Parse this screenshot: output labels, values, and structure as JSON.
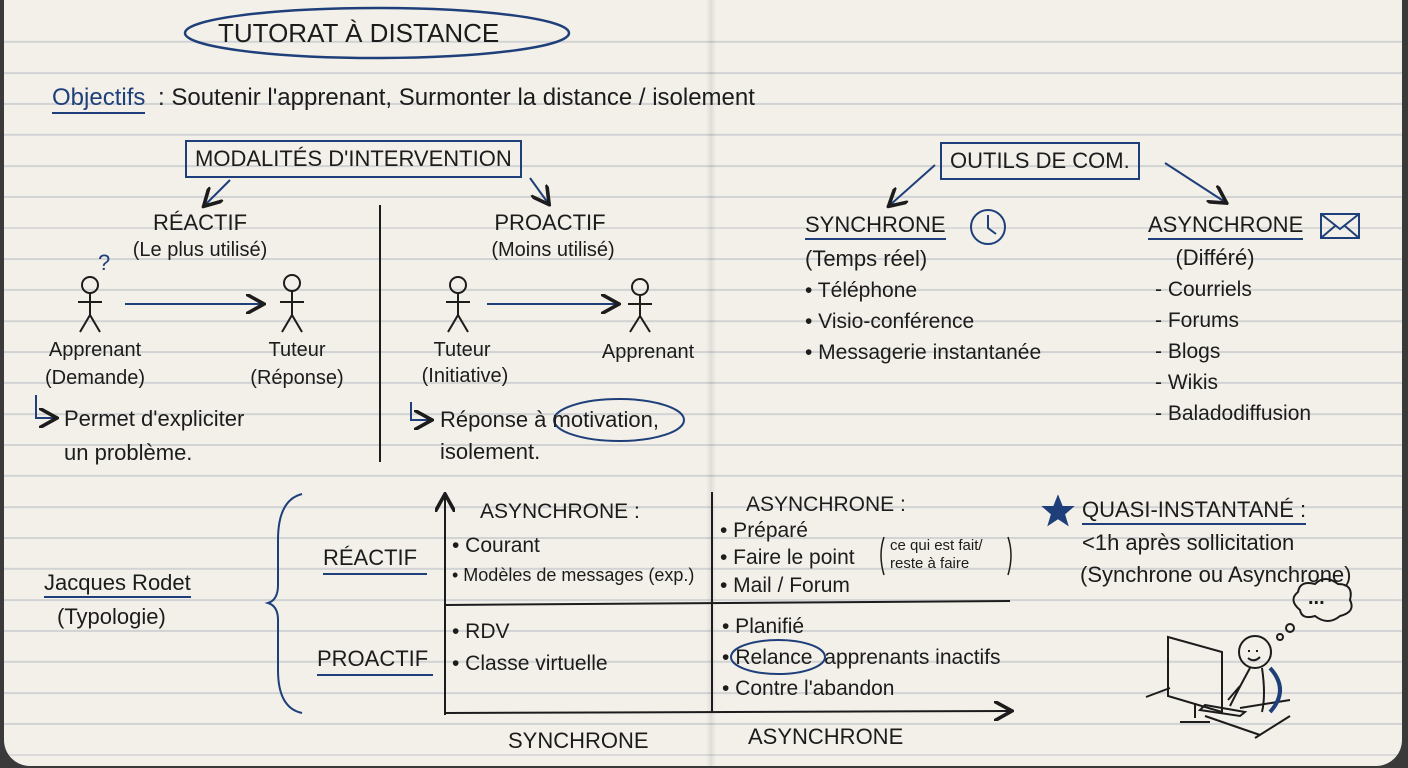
{
  "title": "TUTORAT À DISTANCE",
  "objectives": {
    "label": "Objectifs",
    "text": ": Soutenir l'apprenant, Surmonter la distance / isolement"
  },
  "modalites": {
    "heading": "MODALITÉS D'INTERVENTION",
    "reactif": {
      "title": "RÉACTIF",
      "subtitle": "(Le plus utilisé)",
      "question_mark": "?",
      "left_role": "Apprenant",
      "left_note": "(Demande)",
      "right_role": "Tuteur",
      "right_note": "(Réponse)",
      "result_line1": "Permet d'expliciter",
      "result_line2": "un problème."
    },
    "proactif": {
      "title": "PROACTIF",
      "subtitle": "(Moins utilisé)",
      "left_role": "Tuteur",
      "left_note": "(Initiative)",
      "right_role": "Apprenant",
      "result_prefix": "Réponse à",
      "result_circled": "motivation",
      "result_suffix": ",",
      "result_line2": "isolement."
    }
  },
  "outils": {
    "heading": "OUTILS DE COM.",
    "synchrone": {
      "title": "SYNCHRONE",
      "subtitle": "(Temps réel)",
      "icon": "clock-icon",
      "items": [
        "• Téléphone",
        "• Visio-conférence",
        "• Messagerie instantanée"
      ]
    },
    "asynchrone": {
      "title": "ASYNCHRONE",
      "subtitle": "(Différé)",
      "icon": "envelope-icon",
      "items": [
        "- Courriels",
        "- Forums",
        "- Blogs",
        "- Wikis",
        "- Baladodiffusion"
      ]
    }
  },
  "typologie": {
    "author": "Jacques Rodet",
    "subtitle": "(Typologie)",
    "row_reactif": "RÉACTIF",
    "row_proactif": "PROACTIF",
    "col_sync": "SYNCHRONE",
    "col_async": "ASYNCHRONE",
    "cell_reactif_sync": {
      "heading": "ASYNCHRONE :",
      "items": [
        "• Courant",
        "• Modèles de messages (exp.)"
      ]
    },
    "cell_reactif_async": {
      "heading": "ASYNCHRONE :",
      "items": [
        "• Préparé",
        "• Faire le point",
        "• Mail / Forum"
      ],
      "note_line1": "ce qui est fait/",
      "note_line2": "reste à faire"
    },
    "cell_proactif_sync": {
      "items": [
        "• RDV",
        "• Classe virtuelle"
      ]
    },
    "cell_proactif_async": {
      "item1": "• Planifié",
      "item2_bullet": "•",
      "item2_circled": "Relance",
      "item2_rest": "apprenants inactifs",
      "item3": "• Contre l'abandon"
    }
  },
  "quasi": {
    "title": "QUASI-INSTANTANÉ :",
    "line1": "<1h après sollicitation",
    "line2": "(Synchrone ou Asynchrone)",
    "thought": "..."
  },
  "colors": {
    "ink": "#1c1c1c",
    "blue": "#1f3f7a",
    "paper": "#f2f0e9"
  }
}
